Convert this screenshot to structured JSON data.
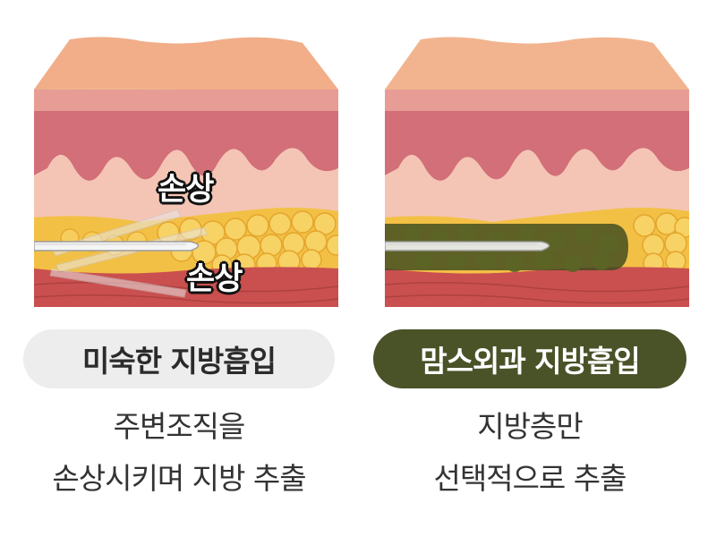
{
  "left": {
    "damage_label_1": "손상",
    "damage_label_2": "손상",
    "title": "미숙한 지방흡입",
    "caption_line1": "주변조직을",
    "caption_line2": "손상시키며 지방 추출"
  },
  "right": {
    "title": "맘스외과 지방흡입",
    "caption_line1": "지방층만",
    "caption_line2": "선택적으로 추출"
  },
  "colors": {
    "left_pill_bg": "#ededee",
    "right_pill_bg": "#4a5228",
    "skin_top": "#f2b48f",
    "dermis": "#d98a8d",
    "fat": "#f3c046",
    "muscle": "#c9504f",
    "suction_zone": "#3d4a1f"
  }
}
